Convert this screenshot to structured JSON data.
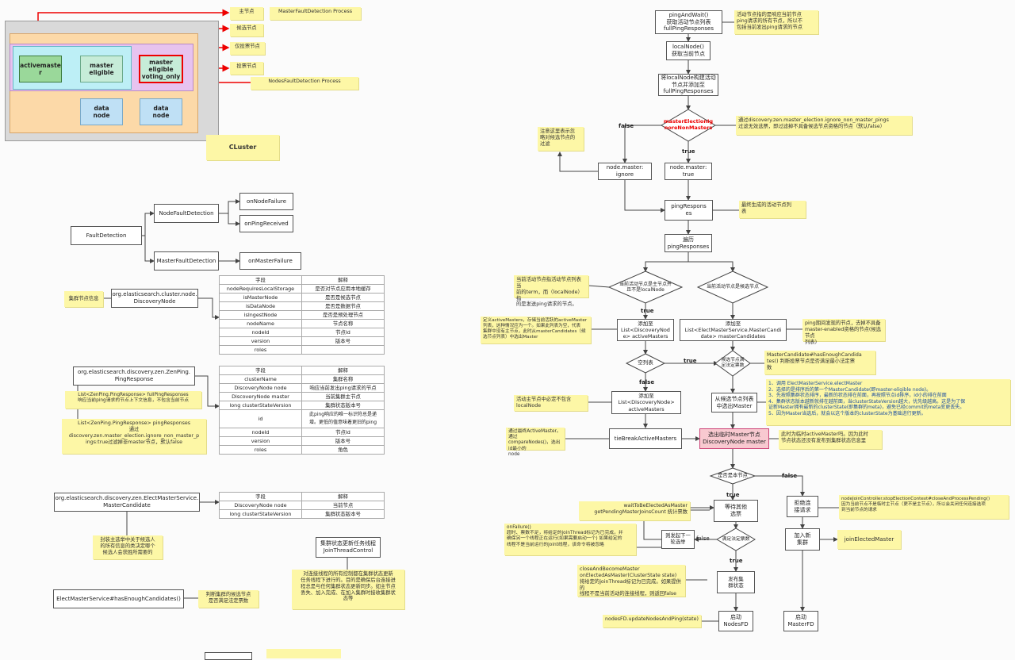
{
  "cluster": {
    "label": "CLuster",
    "nodes": {
      "active_master": "activemaste\nr",
      "master_eligible": "master\neligible",
      "master_eligible_voting_only": "master\neligible\nvoting_only",
      "data_node_1": "data\nnode",
      "data_node_2": "data\nnode"
    },
    "tags": {
      "main_node": "主节点",
      "candidate_node": "候选节点",
      "vote_only_node": "仅投票节点",
      "voting_node": "投票节点",
      "master_fd": "MasterFaultDetection Process",
      "nodes_fd": "NodesFaultDetection Process"
    }
  },
  "fault_detection": {
    "root": "FaultDetection",
    "node_fd": "NodeFaultDetection",
    "master_fd": "MasterFaultDetection",
    "on_node_failure": "onNodeFailure",
    "on_ping_received": "onPingReceived",
    "on_master_failure": "onMasterFailure"
  },
  "discovery_node": {
    "class_name": "org.elasticsearch.cluster.node.\nDiscoveryNode",
    "note": "集群节点信息",
    "header": [
      "字段",
      "解释"
    ],
    "rows": [
      [
        "nodeRequiresLocalStorage",
        "是否对节点应用本地缓存"
      ],
      [
        "isMasterNode",
        "是否是候选节点"
      ],
      [
        "isDataNode",
        "是否是数据节点"
      ],
      [
        "isIngestNode",
        "是否是预处理节点"
      ],
      [
        "nodeName",
        "节点名称"
      ],
      [
        "nodeId",
        "节点Id"
      ],
      [
        "version",
        "版本号"
      ],
      [
        "roles",
        ""
      ]
    ]
  },
  "ping_response": {
    "class_name": "org.elasticsearch.discovery.zen.ZenPing.\nPingResponse",
    "note1": "List<ZenPing.PingResponse> fullPingResponses\n响应当前ping请求的节点上下文信息，不包含当前节点",
    "note2": "List<ZenPing.PingResponse> pingResponses\n通过\ndiscovery.zen.master_election.ignore_non_master_p\nings:true过滤掉非master节点，默认false",
    "header": [
      "字段",
      "解释"
    ],
    "rows": [
      [
        "clusterName",
        "集群名称"
      ],
      [
        "DiscoveryNode node",
        "响应当前发出ping请求的节点"
      ],
      [
        "DiscoveryNode master",
        "当前集群主节点"
      ],
      [
        "long clusterStateVersion",
        "集群状态版本号"
      ],
      [
        "id",
        "此ping响应的唯一标识符总是递\n增。更低的值意味着更旧的ping"
      ],
      [
        "nodeId",
        "节点Id"
      ],
      [
        "version",
        "版本号"
      ],
      [
        "roles",
        "角色"
      ]
    ]
  },
  "master_candidate": {
    "class_name": "org.elasticsearch.discovery.zen.ElectMasterService.\nMasterCandidate",
    "note": "封装主选举中关于候选人\n的所有信息的类决定哪个\n候选人会获胜所需要的",
    "header": [
      "字段",
      "解释"
    ],
    "rows": [
      [
        "DiscoveryNode node",
        "当前节点"
      ],
      [
        "long clusterStateVersion",
        "集群状态版本号"
      ]
    ]
  },
  "join_thread": {
    "box": "集群状态更新任务线程\nJoinThreadControl",
    "note": "对连接线程的所有控制都在集群状态更新\n任务线程下进行的。目的是确保后台连接进\n程总是与任何集群状态更新同步。如主节点\n丢失、加入完成、在加入集群时接收集群状\n态等"
  },
  "enough_candidates": {
    "box": "ElectMasterService#hasEnoughCandidates()",
    "note": "判断集群的候选节点\n是否满足法定票数"
  },
  "flow": {
    "ping_and_wait": "pingAndWait()\n获取活动节点列表\nfullPingResponses",
    "ping_and_wait_note": "活动节点指的是响应当前节点\nping请求的所有节点，所以不\n包括当前发出ping请求的节点",
    "local_node": "localNode()\n获取当前节点",
    "add_local": "将localNode构建活动\n节点并添加至\nfullPingResponses",
    "ignore_diamond": "masterElectionIg\nnoreNonMasters",
    "ignore_note": "通过discovery.zen.master_election.ignore_non_master_pings\n过滤无效选票，即过滤掉不具备候选节点资格的节点（默认false）",
    "false_label": "false",
    "true_label": "true",
    "ignore_false_note": "注意这里表示忽\n略对候选节点的\n过滤",
    "node_master_ignore": "node.master:\nignore",
    "node_master_true": "node.master:\ntrue",
    "ping_responses": "pingRespons\nes",
    "ping_responses_note": "最终生成的活动节点列\n表",
    "iterate": "遍历\npingResponses",
    "diamond_left": "当前活动节点是主节点并\n且不是localNode",
    "diamond_right": "当前活动节点是候选节点",
    "diamond_left_note": "当前活动节点指活动节点列表当\n前的term，而（localNode）指\n的是发送ping请求的节点。",
    "add_active_masters": "添加至\nList<DiscoveryNod\ne> activeMasters",
    "add_active_masters_note": "定义activeMasters，存储当前活跃的activeMaster\n列表，这种情况应为一个。如果此列表为空，代表\n集群中没有主节点，此时从masterCandidates（候\n选节点列表）中选出Master",
    "add_candidates": "添加至\nList<ElectMasterService.MasterCandi\ndate> masterCandidates",
    "add_candidates_note": "ping期间发现的节点，去掉不具备\nmaster-enabled资格的节点(候选节点\n列表)",
    "empty_list": "空列表",
    "enough_votes": "候选节点满\n足法定票数",
    "enough_votes_note": "MasterCandidate#hasEnoughCandida\ntes() 判断投票节点是否满足最小法定票\n数",
    "add_active_masters2": "添加至\nList<DiscoveryNode>\nactiveMasters",
    "add_active_masters2_note": "活动主节点中必定不包含\nlocalNode",
    "select_from_candidates": "从候选节点列表\n中选出Master",
    "select_note": "1、调用 ElectMasterService.electMaster\n2、选择的是排序后的第一个MasterCandidate(即master-eligible node)。\n3、先按照集群状态排序，最新的状态排在前面，再按照节点id排序，id小的排在前面\n4、集群状态版本越新就排在越前面，当clusterStateVersion越大，优先级越高。这是为了保\n证新Master拥有最新的clusterState(即集群的meta)，避免已经commit的meta变更丢失。\n5、因为Master当选后，就会以这个版本的clusterState为基础进行更新。",
    "tie_break": "tieBreakActiveMasters",
    "tie_break_note": "通过最终ActiveMaster。通过\ncompareNodes()，选出id最小的\nnode",
    "temp_master": "选出临时Master节点\nDiscoveryNode master",
    "temp_master_note": "此时为临时activeMaster吗。因为此时\n节点状态还没有发布到集群状态信息里",
    "is_self": "是否是本节点",
    "wait_others": "等待其他\n选票",
    "wait_note": "waitToBeElectedAsMaster\ngetPendingMasterJoinsCount 统计票数",
    "reach_quorum": "满足法定票数",
    "rollback": "则发起下一\n轮选举",
    "on_failure_note": "onFailure()\n超时、票数不足，将给定的joinThread标记为已完成，并\n确保另一个线程正在运行(如果需要启动一个) 如果给定的\n线程不是当前运行的joint线程，该命令将被忽略",
    "publish": "发布集\n群状态",
    "publish_note": "closeAndBecomeMaster\nonElectedAsMaster(ClusterState state)\n将给定的joinThread标记为已完成。如果提供的\n线程不是当前活动的连接线程，则返回false",
    "start_nodes_fd": "启动\nNodesFD",
    "start_nodes_fd_note": "nodesFD.updateNodesAndPing(state)",
    "reject_join": "拒绝连\n接请求",
    "reject_note": "nodeJoinController.stopElectionContext#closeAndProcessPending()\n因为当前节点不是临时主节点（更不是主节点），所以会关闭任何连接选项\n到当前节点的请求",
    "join_cluster": "加入新\n集群",
    "join_elected_note": "joinElectedMaster",
    "start_master_fd": "启动\nMasterFD"
  }
}
